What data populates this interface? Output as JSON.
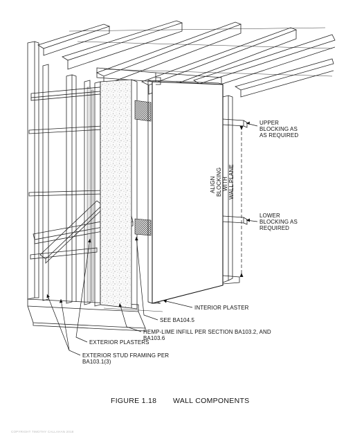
{
  "labels": {
    "upper_blocking": [
      "UPPER",
      "BLOCKING AS",
      "AS REQUIRED"
    ],
    "align_blocking": [
      "ALIGN",
      "BLOCKING",
      "WITH",
      "WALL PLANE"
    ],
    "lower_blocking": [
      "LOWER",
      "BLOCKING AS",
      "REQUIRED"
    ],
    "interior_plaster": "INTERIOR PLASTER",
    "see_ba104": "SEE BA104.5",
    "hemp_lime": [
      "HEMP-LIME INFILL PER SECTION BA103.2, AND",
      "BA103.6"
    ],
    "exterior_plasters": "EXTERIOR PLASTERS",
    "exterior_stud": [
      "EXTERIOR STUD FRAMING PER",
      "BA103.1(3)"
    ]
  },
  "caption": {
    "figure": "FIGURE 1.18",
    "title": "WALL COMPONENTS"
  },
  "copyright": "COPYRIGHT TIMOTHY CALLAHAN 2018"
}
